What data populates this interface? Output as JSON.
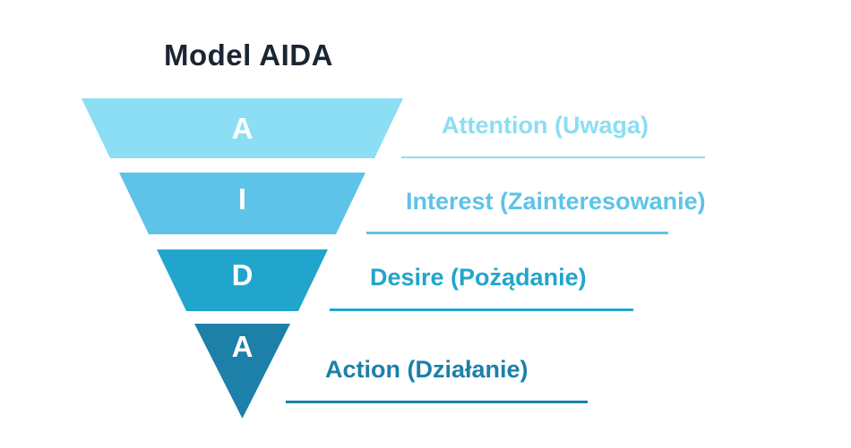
{
  "title": "Model AIDA",
  "title_color": "#1B2533",
  "background_color": "#FFFFFF",
  "funnel": {
    "letter_color": "#FFFFFF",
    "stages": [
      {
        "letter": "A",
        "label": "Attention (Uwaga)",
        "color": "#8BDEF4"
      },
      {
        "letter": "I",
        "label": "Interest (Zainteresowanie)",
        "color": "#5EC3E8"
      },
      {
        "letter": "D",
        "label": "Desire (Pożądanie)",
        "color": "#22A5CC"
      },
      {
        "letter": "A",
        "label": "Action (Działanie)",
        "color": "#1C80A9"
      }
    ]
  }
}
